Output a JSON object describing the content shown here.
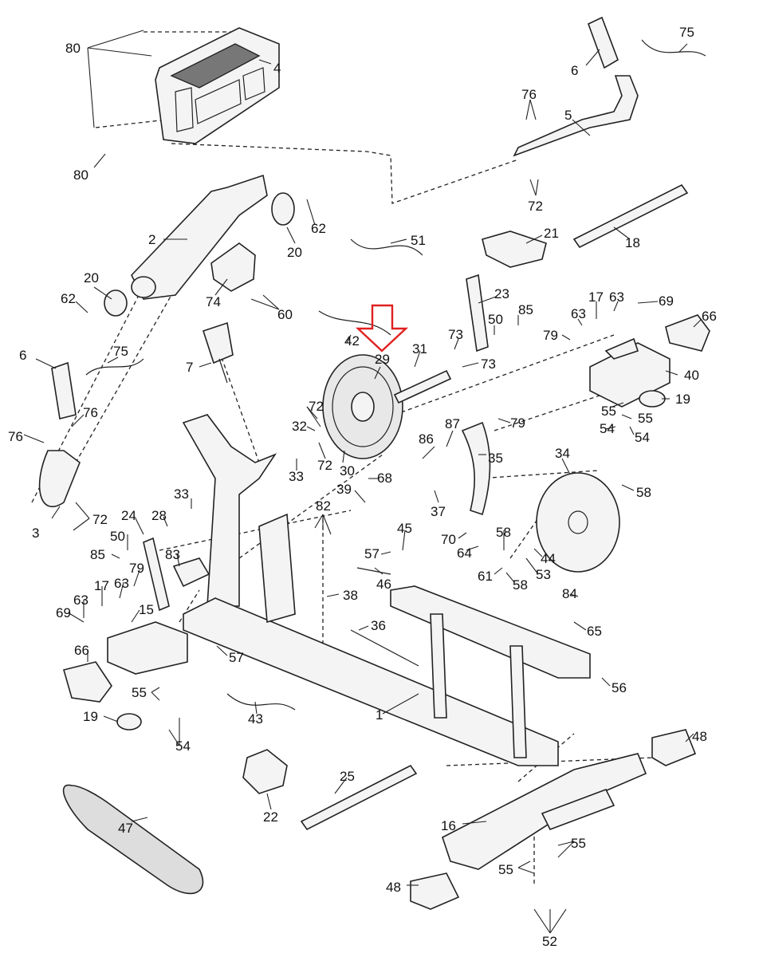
{
  "labels": {
    "l80a": "80",
    "l4": "4",
    "l80b": "80",
    "l6a": "6",
    "l75a": "75",
    "l76a": "76",
    "l5": "5",
    "l72a": "72",
    "l62a": "62",
    "l2": "2",
    "l20a": "20",
    "l18": "18",
    "l51": "51",
    "l21": "21",
    "l20b": "20",
    "l62b": "62",
    "l74": "74",
    "l60": "60",
    "l23": "23",
    "l85a": "85",
    "l50a": "50",
    "l17a": "17",
    "l63a": "63",
    "l63b": "63",
    "l69a": "69",
    "l66a": "66",
    "l6b": "6",
    "l75b": "75",
    "l42": "42",
    "l29": "29",
    "l73a": "73",
    "l31": "31",
    "l73b": "73",
    "l79a": "79",
    "l40": "40",
    "l7": "7",
    "l76b": "76",
    "l76c": "76",
    "l72b": "72",
    "l32": "32",
    "l72c": "72",
    "l30": "30",
    "l33a": "33",
    "l87": "87",
    "l79b": "79",
    "l86": "86",
    "l35": "35",
    "l55a": "55",
    "l55b": "55",
    "l54a": "54",
    "l54b": "54",
    "l19a": "19",
    "l3": "3",
    "l72d": "72",
    "l34": "34",
    "l58a": "58",
    "l33b": "33",
    "l39": "39",
    "l68": "68",
    "l24": "24",
    "l28": "28",
    "l82": "82",
    "l37": "37",
    "l50b": "50",
    "l85b": "85",
    "l83": "83",
    "l79c": "79",
    "l17b": "17",
    "l63c": "63",
    "l63d": "63",
    "l69b": "69",
    "l15": "15",
    "l45": "45",
    "l57a": "57",
    "l46": "46",
    "l70": "70",
    "l64": "64",
    "l58b": "58",
    "l44": "44",
    "l61": "61",
    "l53": "53",
    "l58c": "58",
    "l38": "38",
    "l84": "84",
    "l65": "65",
    "l36": "36",
    "l66b": "66",
    "l57b": "57",
    "l56": "56",
    "l55c": "55",
    "l19b": "19",
    "l54c": "54",
    "l43": "43",
    "l1": "1",
    "l48a": "48",
    "l47": "47",
    "l25": "25",
    "l22": "22",
    "l16": "16",
    "l55d": "55",
    "l55e": "55",
    "l48b": "48",
    "l52": "52"
  },
  "highlight": {
    "color": "#e02020",
    "part_label": "29"
  }
}
